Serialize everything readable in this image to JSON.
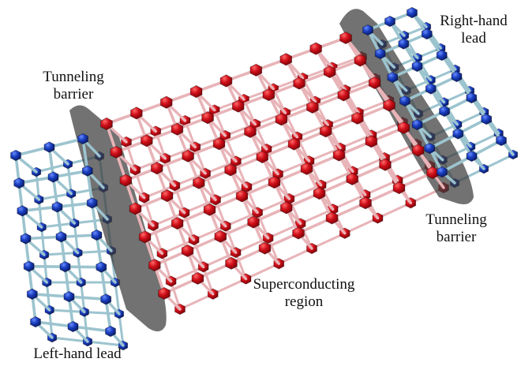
{
  "labels": {
    "barrier_left": [
      "Tunneling",
      "barrier"
    ],
    "right_lead": [
      "Right-hand",
      "lead"
    ],
    "barrier_right": [
      "Tunneling",
      "barrier"
    ],
    "superconducting": [
      "Superconducting",
      "region"
    ],
    "left_lead": "Left-hand lead"
  },
  "colors": {
    "red_atom": "#d0101a",
    "red_atom_dark": "#8a0008",
    "blue_atom": "#1a3fc0",
    "blue_atom_dark": "#0a1c70",
    "pink_bond": "#e8b4b8",
    "blue_bond": "#9cc4cf",
    "barrier": "#3c3c3c"
  },
  "lattice": {
    "superconducting": {
      "columns": 9,
      "rows": 7,
      "layers": 2,
      "atom": "red_atom",
      "bond": "pink_bond"
    },
    "left_lead": {
      "columns": 3,
      "rows": 7,
      "layers": 2,
      "atom": "blue_atom",
      "bond": "blue_bond"
    },
    "right_lead": {
      "columns": 3,
      "rows": 7,
      "layers": 2,
      "atom": "blue_atom",
      "bond": "blue_bond"
    }
  }
}
